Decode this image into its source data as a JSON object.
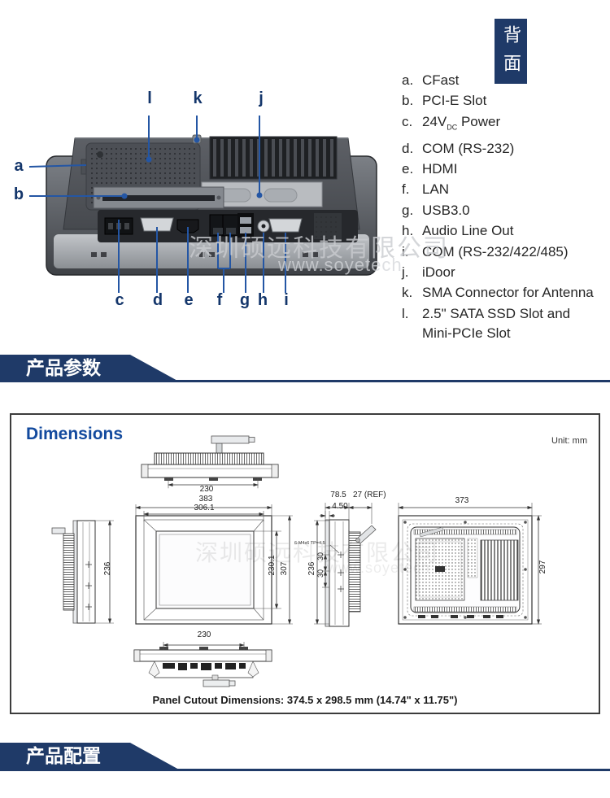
{
  "back_label": "背面",
  "watermark": {
    "cn": "深圳硕远科技有限公司",
    "url": "www.soyetech"
  },
  "photo": {
    "labels": {
      "a": "a",
      "b": "b",
      "c": "c",
      "d": "d",
      "e": "e",
      "f": "f",
      "g": "g",
      "h": "h",
      "i": "i",
      "j": "j",
      "k": "k",
      "l": "l"
    }
  },
  "legend": {
    "items": [
      {
        "key": "a.",
        "text": "CFast"
      },
      {
        "key": "b.",
        "text": "PCI-E Slot"
      },
      {
        "key": "c.",
        "text": "24V",
        "sub": "DC",
        "text2": " Power"
      },
      {
        "key": "d.",
        "text": "COM (RS-232)"
      },
      {
        "key": "e.",
        "text": "HDMI"
      },
      {
        "key": "f.",
        "text": "LAN"
      },
      {
        "key": "g.",
        "text": "USB3.0"
      },
      {
        "key": "h.",
        "text": "Audio Line Out"
      },
      {
        "key": "i.",
        "text": "COM (RS-232/422/485)"
      },
      {
        "key": "j.",
        "text": "iDoor"
      },
      {
        "key": "k.",
        "text": "SMA Connector for Antenna"
      },
      {
        "key": "l.",
        "text": "2.5\" SATA SSD Slot and",
        "line2": "Mini-PCIe Slot"
      }
    ]
  },
  "sections": {
    "params": "产品参数",
    "config": "产品配置"
  },
  "dimensions": {
    "title": "Dimensions",
    "unit": "Unit: mm",
    "top_230": "230",
    "front_383": "383",
    "front_306": "306.1",
    "front_230_1": "230.1",
    "front_307": "307",
    "side_left_236": "236",
    "side_78_5": "78.5",
    "side_27": "27 (REF)",
    "side_4_50": "4.50",
    "screw_note": "6-M4x6 TP=4.5",
    "side_236": "236",
    "side_30a": "30",
    "side_30b": "30",
    "rear_373": "373",
    "rear_297": "297",
    "bottom_230": "230",
    "cutout": "Panel Cutout Dimensions: 374.5 x 298.5 mm (14.74\" x 11.75\")"
  }
}
